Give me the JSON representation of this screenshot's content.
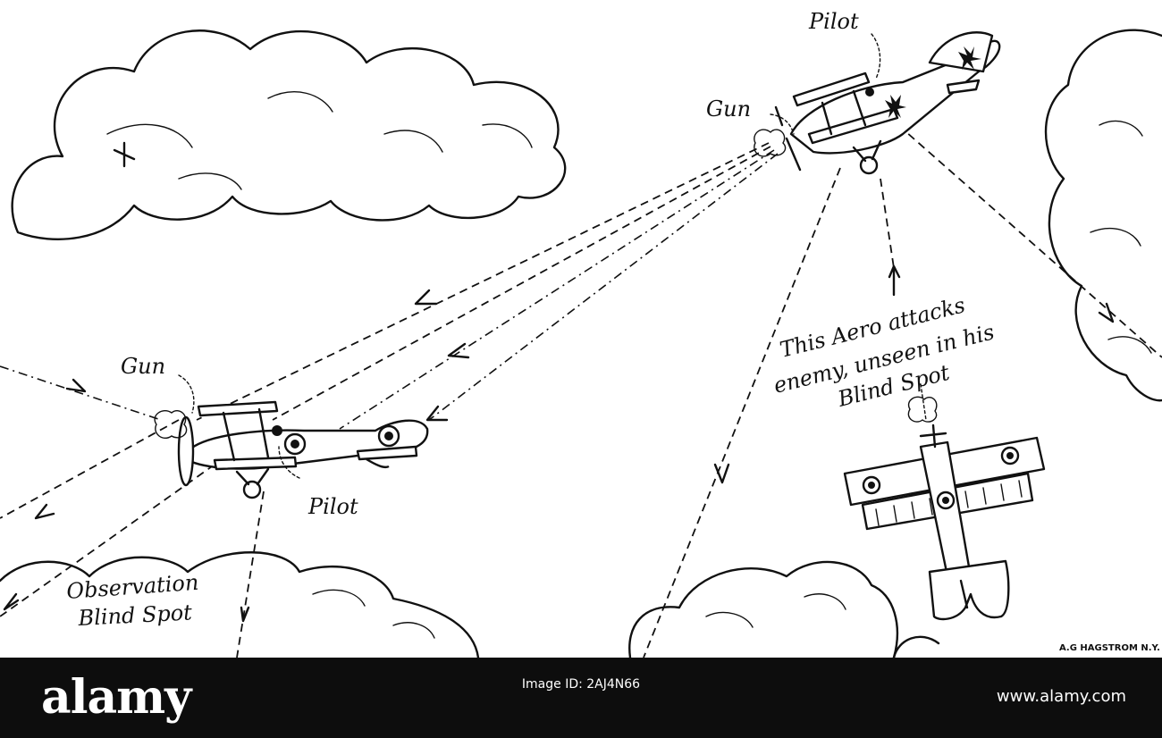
{
  "labels": {
    "pilot_top": "Pilot",
    "gun_top": "Gun",
    "gun_left": "Gun",
    "pilot_left": "Pilot",
    "observation_1": "Observation",
    "observation_2": "Blind Spot",
    "attack_1": "This Aero attacks",
    "attack_2": "enemy, unseen in his",
    "attack_3": "Blind Spot",
    "credit": "A.G HAGSTROM N.Y."
  },
  "watermark": {
    "logo": "alamy",
    "image_id": "Image ID: 2AJ4N66",
    "url": "www.alamy.com"
  }
}
